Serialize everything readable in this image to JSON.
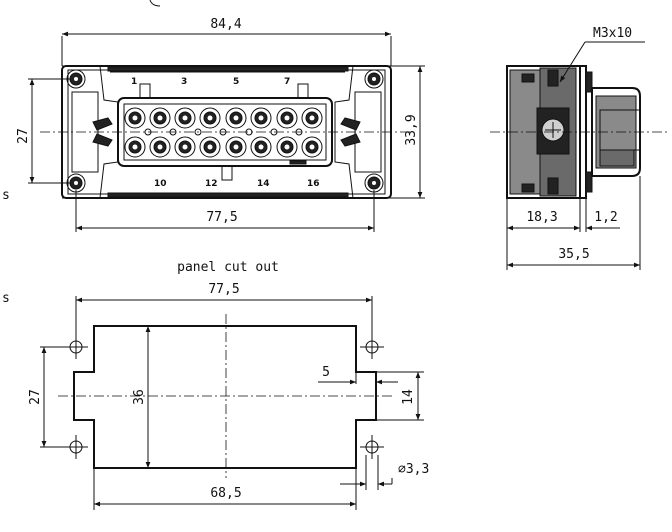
{
  "front_view": {
    "width_label": "84,4",
    "height_outer_label": "33,9",
    "height_inner_label": "27",
    "mount_width_label": "77,5",
    "pin_numbers_top": [
      "1",
      "3",
      "5",
      "7"
    ],
    "pin_numbers_bottom": [
      "10",
      "12",
      "14",
      "16"
    ]
  },
  "side_view": {
    "screw_label": "M3x10",
    "depth_label": "18,3",
    "flange_label": "1,2",
    "total_depth_label": "35,5"
  },
  "cutout_view": {
    "title": "panel cut out",
    "hole_spacing_label": "77,5",
    "height_label": "36",
    "hole_vertical_label": "27",
    "notch_depth_label": "5",
    "notch_height_label": "14",
    "width_label": "68,5",
    "hole_diameter_label": "∅3,3"
  },
  "margin_fragments": [
    "s",
    "s"
  ]
}
